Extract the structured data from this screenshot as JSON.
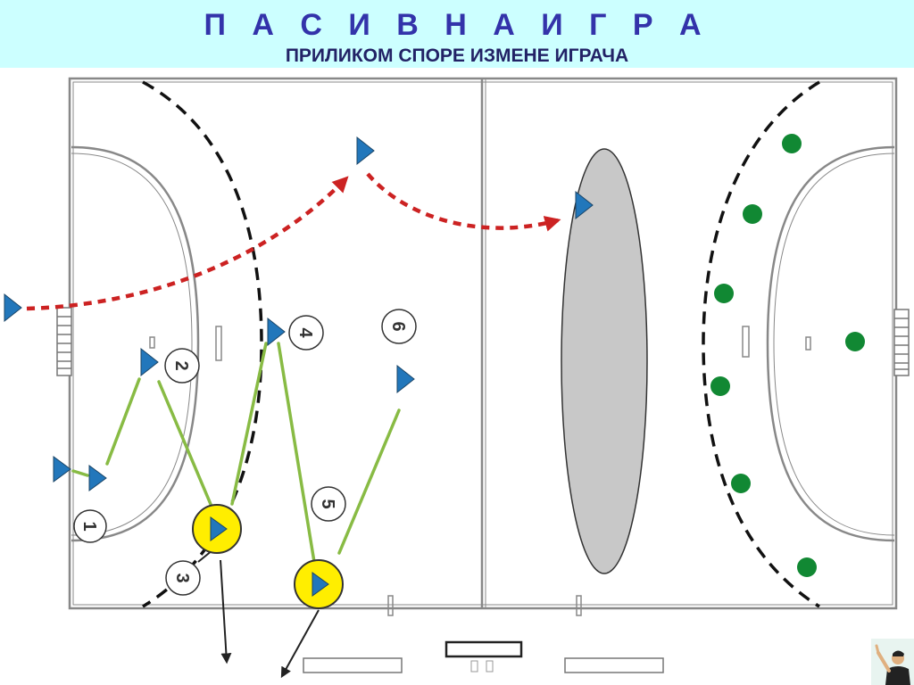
{
  "slide": {
    "title": "П А С И В Н А   И Г Р А",
    "subtitle": "ПРИЛИКОМ СПОРЕ ИЗМЕНЕ ИГРАЧА"
  },
  "diagram": {
    "player_numbers": [
      "1",
      "2",
      "3",
      "4",
      "5",
      "6"
    ],
    "colors": {
      "header_bg": "#ccffff",
      "title": "#3333aa",
      "subtitle": "#222266",
      "attacker": "#2277bb",
      "defender": "#118833",
      "pass_path": "#cc2222",
      "movement_path": "#88bb44",
      "highlight": "#ffee00",
      "zone": "#c8c8c8"
    },
    "icons": [
      "attacker-triangle-icon",
      "defender-dot-icon",
      "substitution-arrow-icon",
      "presenter-figure-icon"
    ]
  }
}
